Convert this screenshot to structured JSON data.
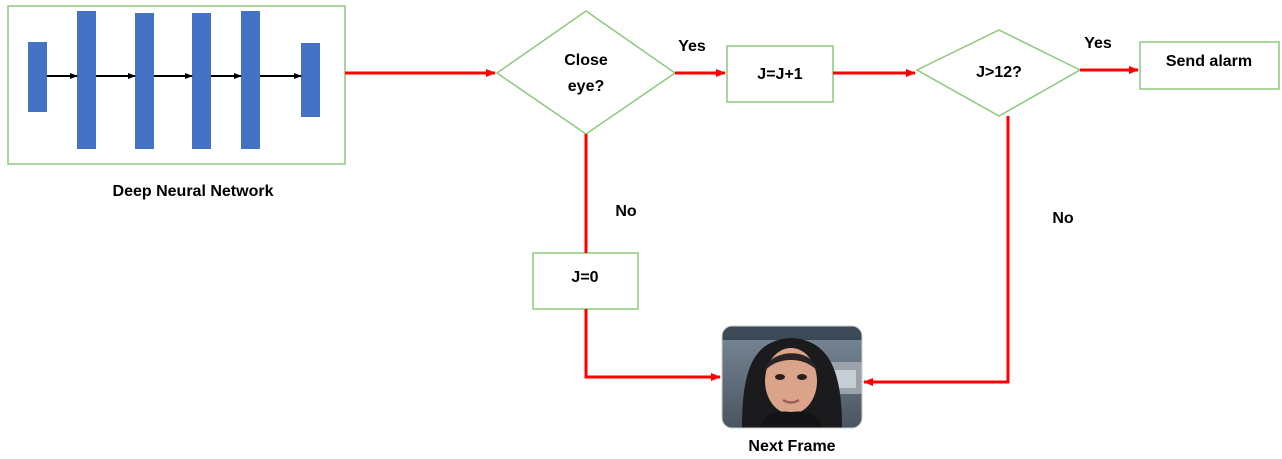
{
  "nodes": {
    "dnn_caption": "Deep Neural Network",
    "close_eye": [
      "Close",
      "eye?"
    ],
    "increment": "J=J+1",
    "threshold": "J>12?",
    "send_alarm": "Send alarm",
    "reset": "J=0",
    "next_frame": "Next Frame"
  },
  "edges": {
    "close_eye_yes": "Yes",
    "close_eye_no": "No",
    "threshold_yes": "Yes",
    "threshold_no": "No"
  },
  "colors": {
    "box_border": "#8cc97a",
    "layer_fill": "#4472c4",
    "flow_arrow": "#ff0000",
    "layer_arrow": "#000000"
  },
  "icons": {
    "network": "neural-network-layers-icon",
    "frame": "face-photo-icon"
  }
}
